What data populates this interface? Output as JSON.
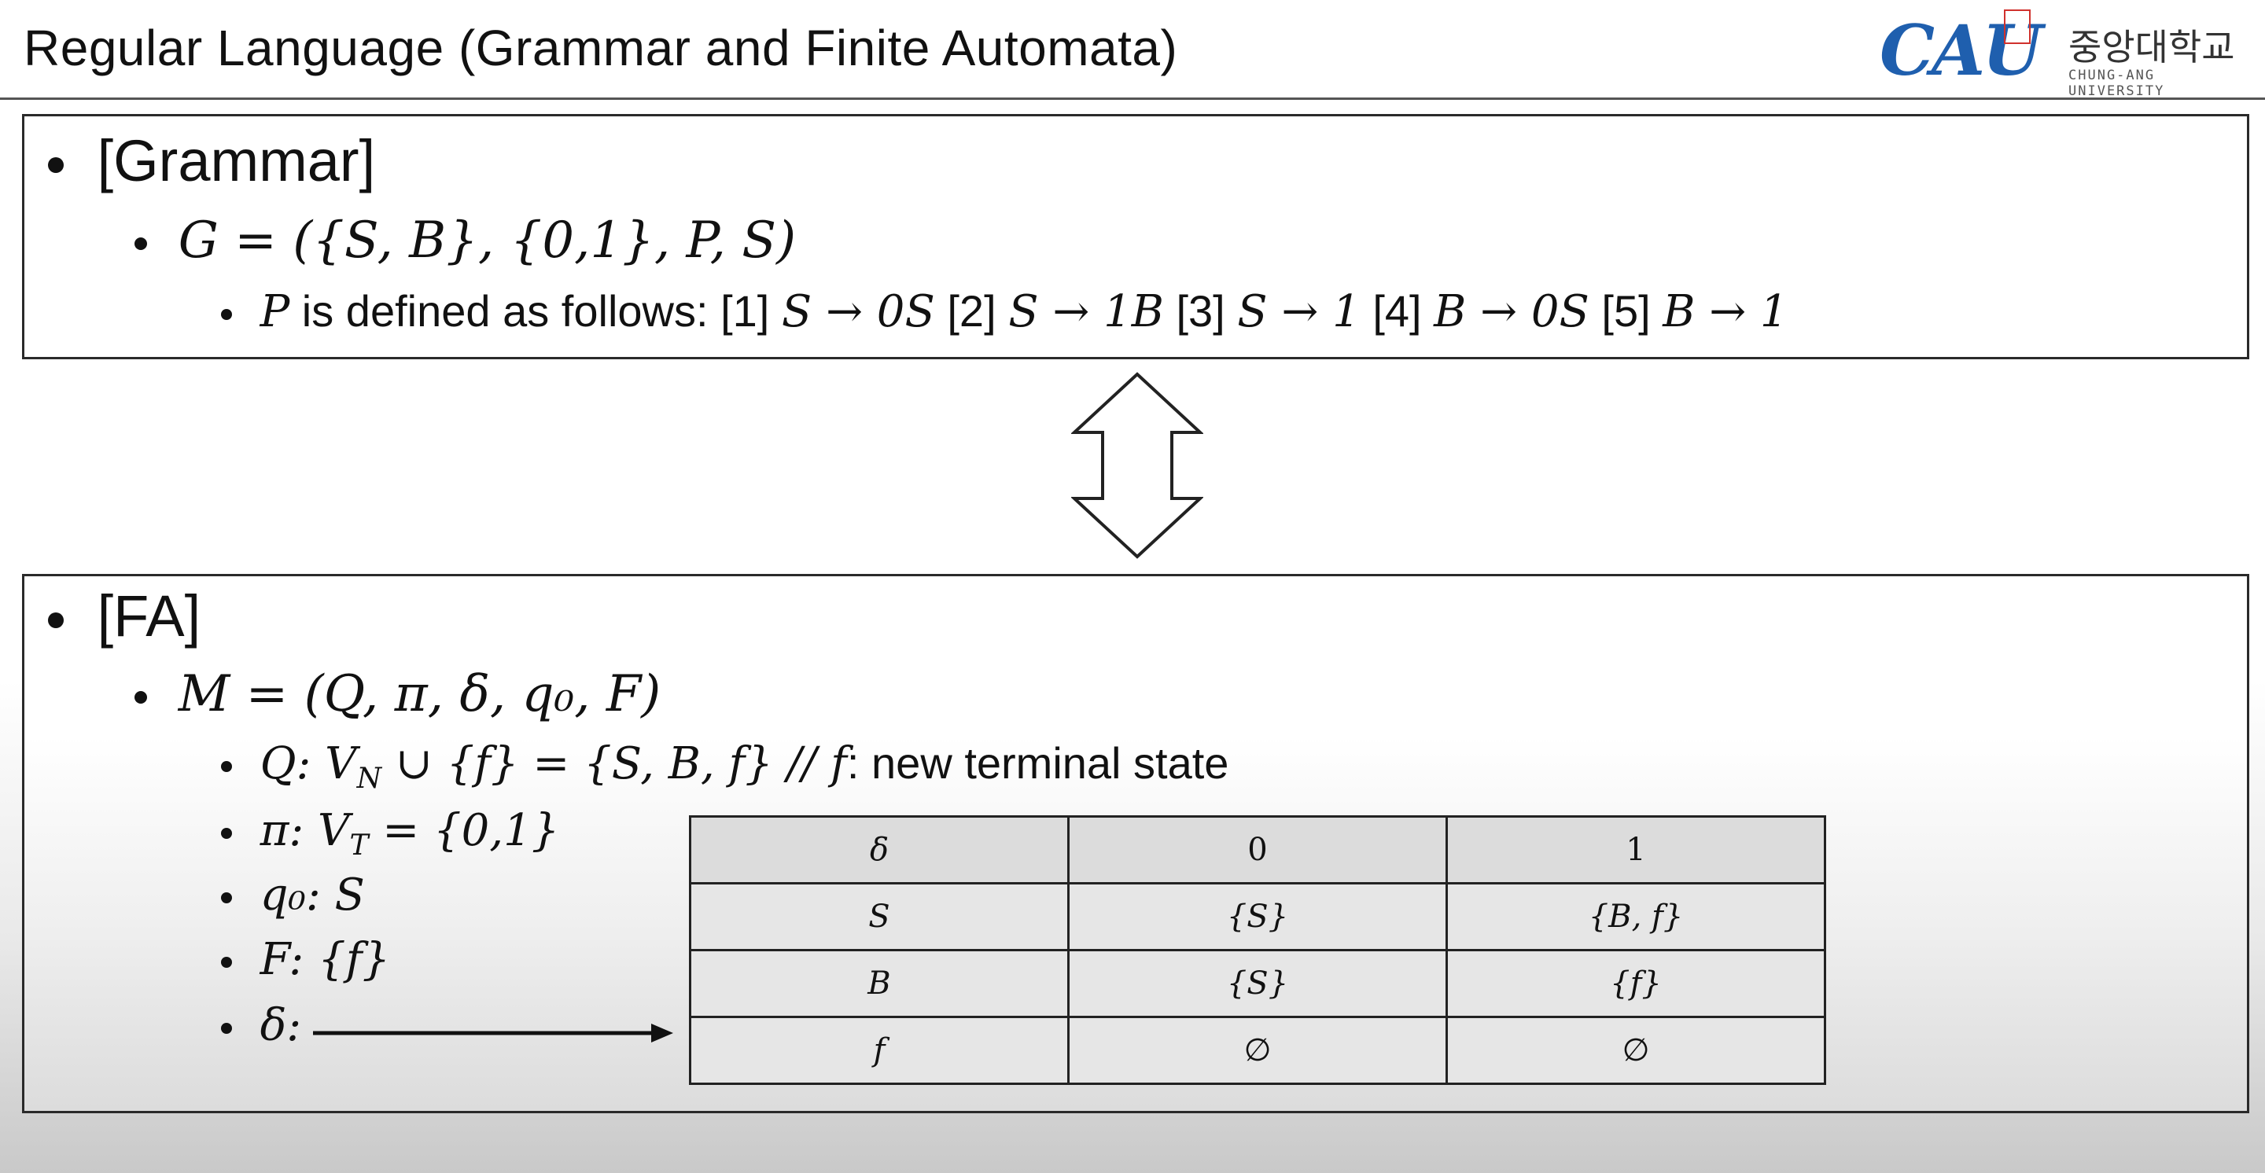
{
  "header": {
    "title": "Regular Language (Grammar and Finite Automata)",
    "logo": {
      "mark": "CAU",
      "korean": "중앙대학교",
      "english": "CHUNG-ANG UNIVERSITY"
    }
  },
  "grammar": {
    "heading": "[Grammar]",
    "definition": "G = ({S, B}, {0,1}, P, S)",
    "productions_intro_var": "P",
    "productions_intro_text": " is defined as follows: ",
    "productions": [
      {
        "label": "[1]",
        "rule": "S → 0S"
      },
      {
        "label": "[2]",
        "rule": "S → 1B"
      },
      {
        "label": "[3]",
        "rule": "S → 1"
      },
      {
        "label": "[4]",
        "rule": "B → 0S"
      },
      {
        "label": "[5]",
        "rule": "B → 1"
      }
    ]
  },
  "fa": {
    "heading": "[FA]",
    "definition": "M = (Q, π, δ, q₀, F)",
    "items": {
      "q_math": "Q: V",
      "q_sub": "N",
      "q_rest": " ∪ {f} = {S, B, f} // f",
      "q_comment": ": new terminal state",
      "pi_math": "π: V",
      "pi_sub": "T",
      "pi_rest": " = {0,1}",
      "q0": "q₀: S",
      "f": "F: {f}",
      "delta": "δ:"
    },
    "table": {
      "header": [
        "δ",
        "0",
        "1"
      ],
      "rows": [
        [
          "S",
          "{S}",
          "{B, f}"
        ],
        [
          "B",
          "{S}",
          "{f}"
        ],
        [
          "f",
          "∅",
          "∅"
        ]
      ]
    }
  },
  "colors": {
    "logo_blue": "#1f5fae",
    "logo_red": "#d0312d"
  }
}
